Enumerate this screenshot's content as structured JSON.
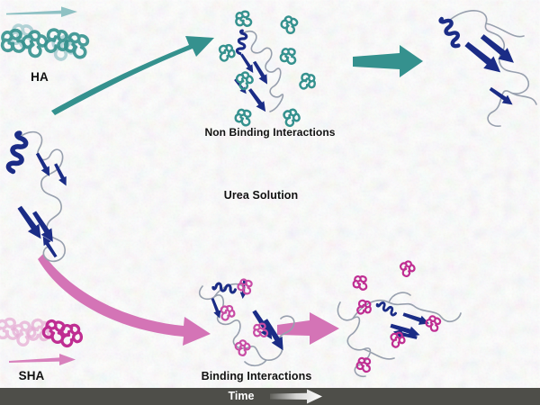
{
  "figure": {
    "description": "Schematic of polymer-protein interactions in urea solution over time",
    "labels": {
      "ha": "HA",
      "sha": "SHA",
      "non_binding": "Non Binding Interactions",
      "urea": "Urea Solution",
      "binding": "Binding Interactions",
      "time": "Time"
    }
  },
  "colors": {
    "teal": "#35918e",
    "teal_light": "#7cb7bb",
    "navy": "#1b2c86",
    "loop_gray": "#98a0ae",
    "pink": "#d474b6",
    "pink_mid": "#c84da5",
    "pink_light": "#e6aed4",
    "magenta": "#bf2e92",
    "label_text": "#111111",
    "time_bar_bg": "#4e4e49",
    "time_bar_text": "#ffffff",
    "background": "#ffffff"
  },
  "icons": {
    "ha_molecule": "teal-curled-polymer-squiggle",
    "sha_molecule": "pink-curled-polymer-squiggle",
    "protein": "navy-ribbon-protein-cartoon",
    "flow_arrow": "tapered-right-arrow",
    "time_arrow": "white-gradient-right-arrow"
  }
}
